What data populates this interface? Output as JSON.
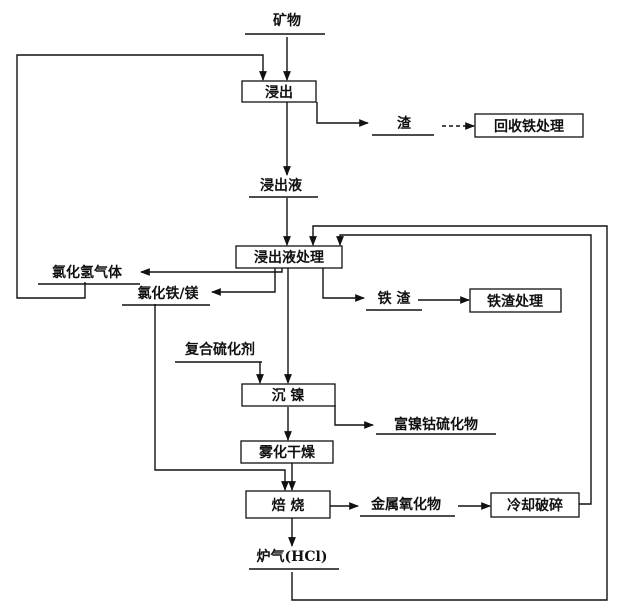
{
  "nodes": {
    "ore": "矿物",
    "leach": "浸出",
    "residue": "渣",
    "iron_recovery": "回收铁处理",
    "leachate": "浸出液",
    "leachate_treatment": "浸出液处理",
    "hcl_gas": "氯化氢气体",
    "fe_mg_chloride": "氯化铁/镁",
    "iron_slag": "铁 渣",
    "iron_slag_treatment": "铁渣处理",
    "compound_sulfiding_agent": "复合硫化剂",
    "nickel_precipitation": "沉 镍",
    "ni_co_sulfide": "富镍钴硫化物",
    "spray_drying": "雾化干燥",
    "roasting": "焙 烧",
    "metal_oxides": "金属氧化物",
    "cooling_crushing": "冷却破碎",
    "furnace_gas": "炉气(HCl)"
  },
  "colors": {
    "line": "#111111",
    "background": "#ffffff"
  }
}
